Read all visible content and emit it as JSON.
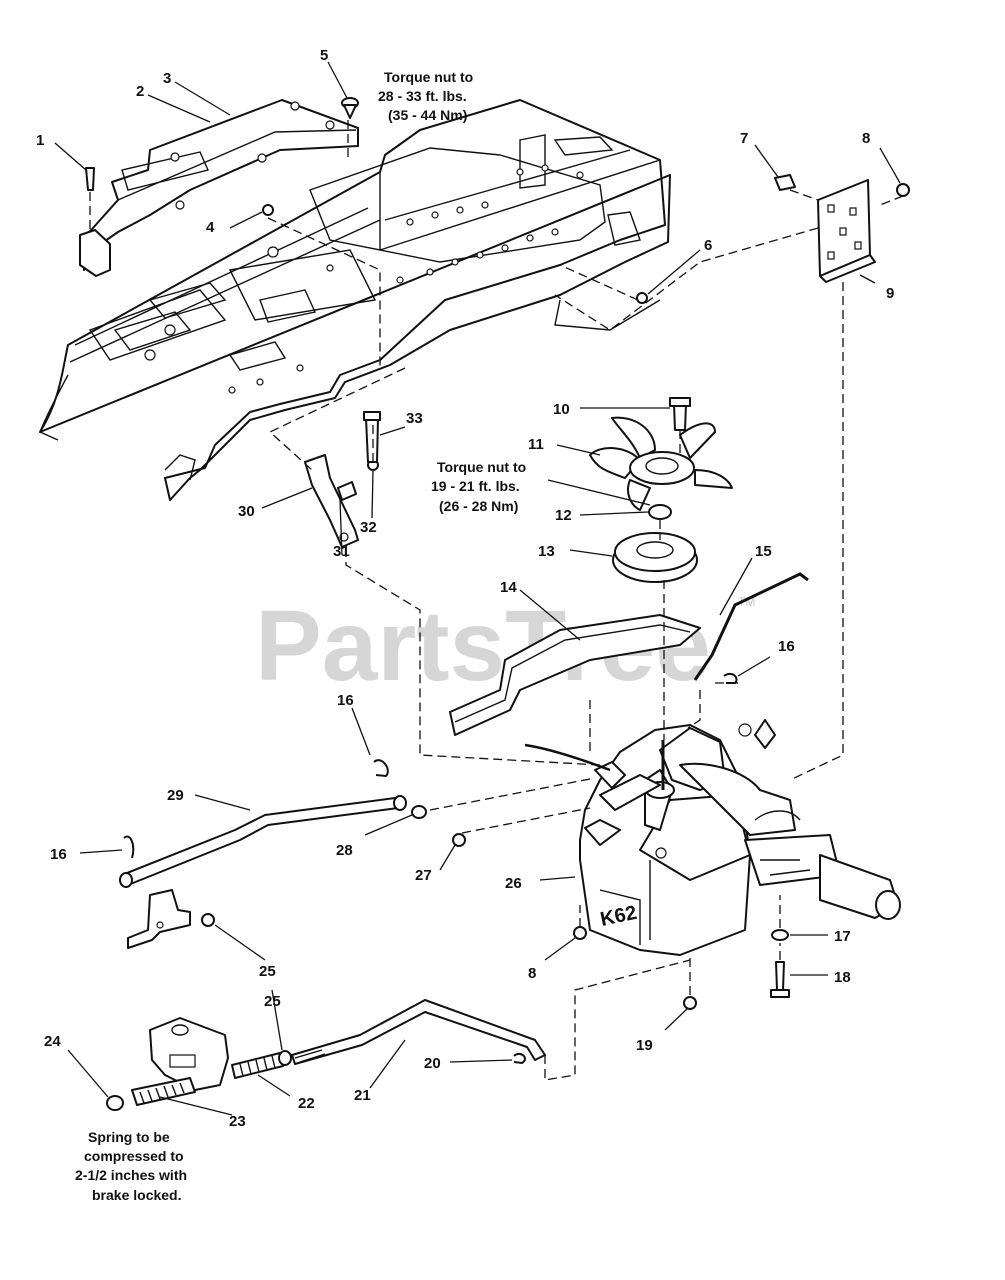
{
  "watermark": {
    "text": "PartsTree",
    "tm": "TM"
  },
  "notes": {
    "torque_upper": [
      "Torque nut to",
      "28 - 33 ft. lbs.",
      "(35 - 44 Nm)"
    ],
    "torque_fan": [
      "Torque nut to",
      "19 - 21 ft. lbs.",
      "(26 - 28 Nm)"
    ],
    "spring": [
      "Spring to be",
      "compressed to",
      "2-1/2 inches with",
      "brake locked."
    ]
  },
  "transaxle_stamp": "K62",
  "callouts": [
    "1",
    "2",
    "3",
    "4",
    "5",
    "6",
    "7",
    "8",
    "9",
    "10",
    "11",
    "12",
    "13",
    "14",
    "15",
    "16",
    "16",
    "16",
    "17",
    "18",
    "19",
    "20",
    "21",
    "22",
    "23",
    "24",
    "25",
    "25",
    "26",
    "27",
    "28",
    "29",
    "30",
    "31",
    "32",
    "33",
    "8"
  ]
}
